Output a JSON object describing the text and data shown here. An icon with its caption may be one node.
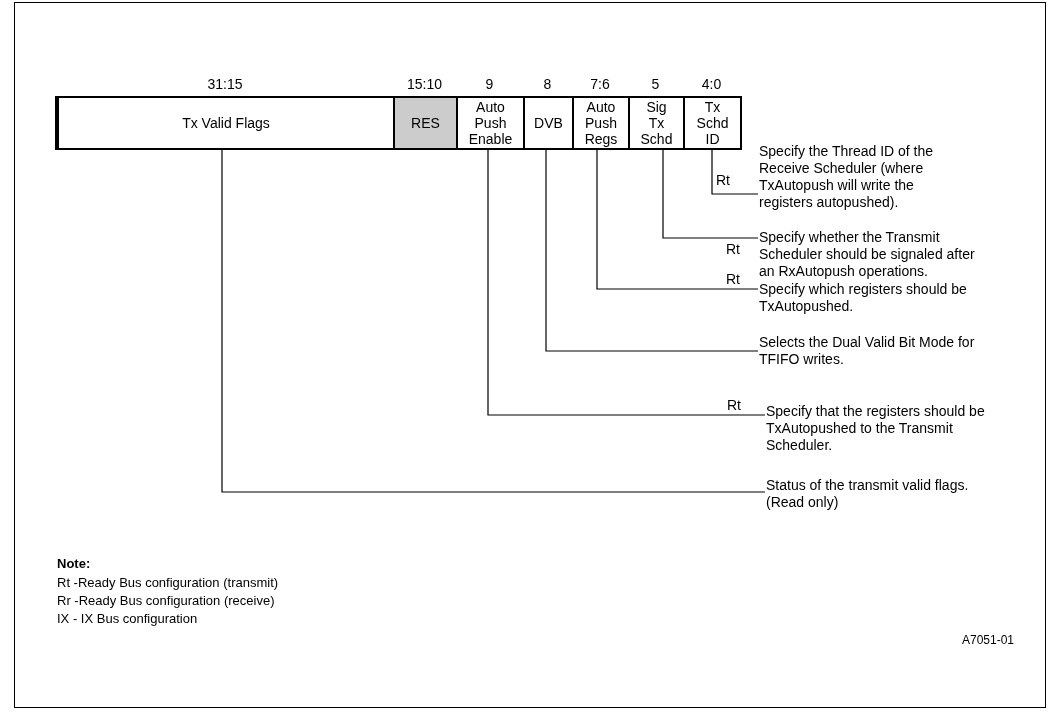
{
  "diagram": {
    "nodes": [
      {
        "text": [
          "Tx Valid Flags"
        ],
        "beside": [
          "31:15"
        ]
      },
      {
        "text": [
          "RES"
        ],
        "beside": [
          "15:10"
        ]
      },
      {
        "text": [
          "Auto Push Enable"
        ],
        "beside": [
          "9"
        ]
      },
      {
        "text": [
          "DVB"
        ],
        "beside": [
          "8"
        ]
      },
      {
        "text": [
          "Auto Push Regs"
        ],
        "beside": [
          "7:6"
        ]
      },
      {
        "text": [
          "Sig Tx Schd"
        ],
        "beside": [
          "5"
        ]
      },
      {
        "text": [
          "Tx Schd ID"
        ],
        "beside": [
          "4:0"
        ]
      },
      {
        "text": [
          "Specify the Thread ID of the Receive Scheduler (where TxAutopush will write the registers autopushed)."
        ]
      },
      {
        "text": [
          "Specify whether the Transmit Scheduler should be signaled after an RxAutopush operations."
        ]
      },
      {
        "text": [
          "Specify which registers should be TxAutopushed."
        ]
      },
      {
        "text": [
          "Selects the Dual Valid Bit Mode for TFIFO writes."
        ]
      },
      {
        "text": [
          "Specify that the registers should be TxAutopushed to the Transmit Scheduler."
        ]
      },
      {
        "text": [
          "Status of the transmit valid flags. (Read only)"
        ]
      }
    ],
    "edges": [
      {
        "from": 6,
        "to": 7,
        "arrow": "none",
        "label": "Rt"
      },
      {
        "from": 5,
        "to": 8,
        "arrow": "none",
        "label": "Rt"
      },
      {
        "from": 4,
        "to": 9,
        "arrow": "none",
        "label": "Rt"
      },
      {
        "from": 3,
        "to": 10,
        "arrow": "none"
      },
      {
        "from": 2,
        "to": 11,
        "arrow": "none",
        "label": "Rt"
      },
      {
        "from": 0,
        "to": 12,
        "arrow": "none"
      }
    ],
    "labels": [
      "Note:",
      "Rt -Ready Bus configuration (transmit)",
      "Rr -Ready Bus configuration (receive)",
      "IX - IX Bus configuration",
      "A7051-01"
    ]
  }
}
